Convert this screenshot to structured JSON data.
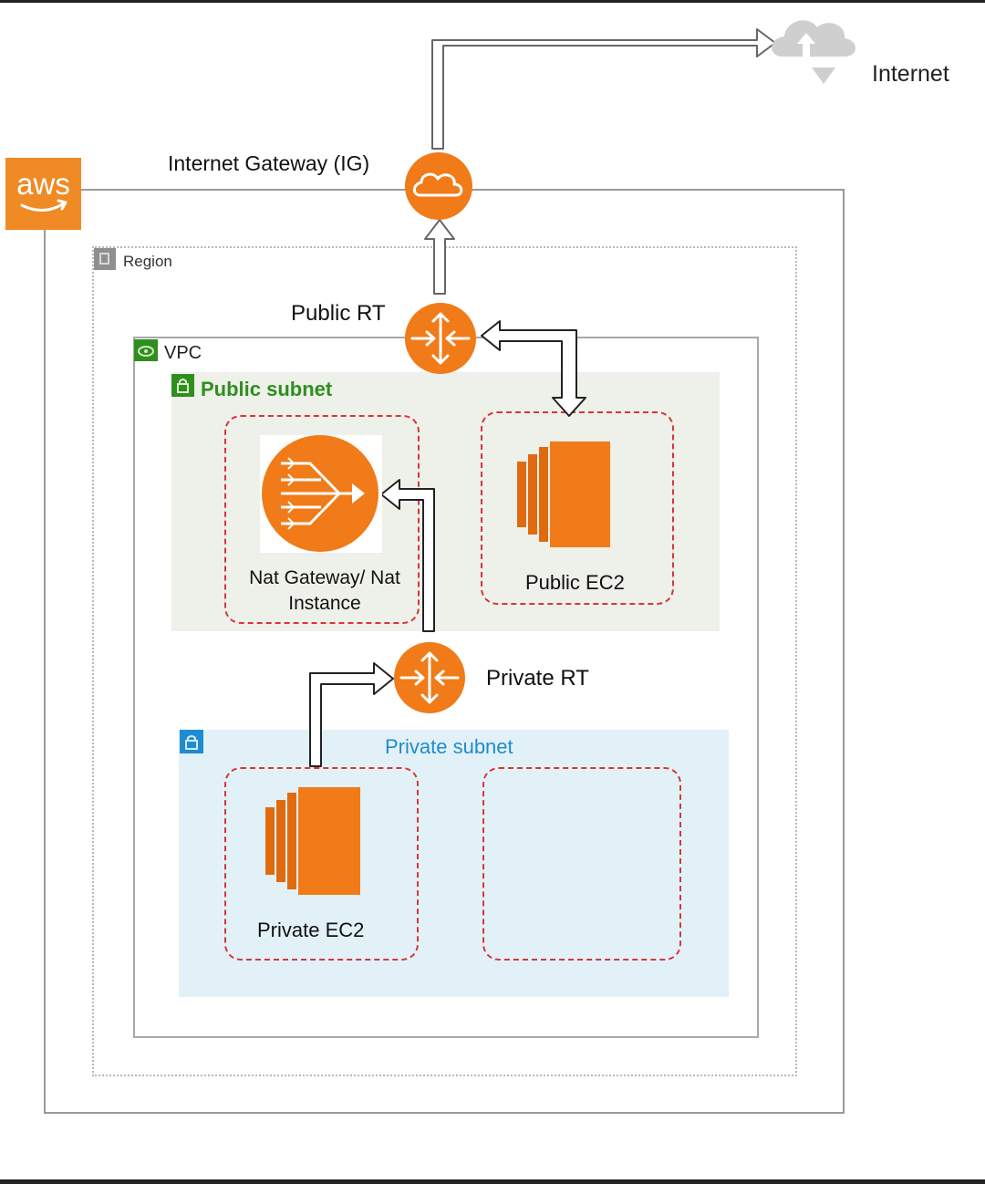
{
  "logo": {
    "text": "aws"
  },
  "labels": {
    "internet": "Internet",
    "internet_gateway": "Internet Gateway (IG)",
    "region": "Region",
    "public_rt": "Public RT",
    "vpc": "VPC",
    "public_subnet": "Public subnet",
    "nat": "Nat Gateway/ Nat Instance",
    "public_ec2": "Public EC2",
    "private_rt": "Private RT",
    "private_subnet": "Private subnet",
    "private_ec2": "Private EC2"
  },
  "icons": {
    "cloud": "cloud-icon",
    "gateway": "internet-gateway-icon",
    "router": "router-icon",
    "nat": "nat-gateway-icon",
    "ec2": "ec2-instance-icon",
    "lock": "lock-icon",
    "region": "region-flag-icon",
    "vpc": "vpc-icon"
  },
  "colors": {
    "aws_orange": "#f08a24",
    "public_green": "#2f8f1e",
    "private_blue": "#1f8bd0",
    "dashed_red": "#d6363a",
    "public_bg": "#eef0ea",
    "private_bg": "#e2f1f8"
  }
}
